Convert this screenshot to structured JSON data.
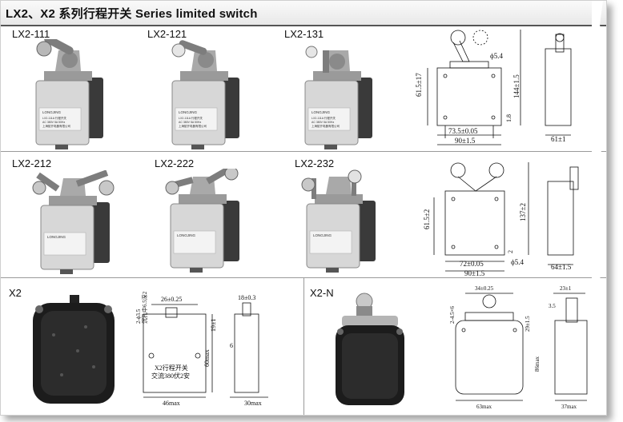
{
  "title": "LX2、X2 系列行程开关 Series limited switch",
  "row1": {
    "models": [
      "LX2-111",
      "LX2-121",
      "LX2-131"
    ],
    "dims": {
      "d1": "61.5±17",
      "d2": "73.5±0.05",
      "d3": "90±1.5",
      "d4": "ϕ5.4",
      "d5": "144±1.5",
      "d6": "1.8",
      "d7": "61±1"
    }
  },
  "row2": {
    "models": [
      "LX2-212",
      "LX2-222",
      "LX2-232"
    ],
    "dims": {
      "d1": "61.5±2",
      "d2": "72±0.05",
      "d3": "90±1.5",
      "d4": "ϕ5.4",
      "d5": "137±2",
      "d6": "2",
      "d7": "64±1.5"
    }
  },
  "row3": {
    "left_model": "X2",
    "right_model": "X2-N",
    "x2_dims": {
      "a": "26±0.25",
      "b": "18±0.3",
      "c": "46max",
      "d": "30max",
      "e": "60max",
      "f": "2-ϕ3.5",
      "g": "沉孔中6.5深2",
      "h": "19±1",
      "i": "6",
      "j": "X2行程开关",
      "k": "交流380伏2安"
    },
    "x2n_dims": {
      "a": "34±0.25",
      "b": "23±1",
      "c": "2-4.5×6",
      "d": "3.5",
      "e": "29±1.5",
      "f": "86max",
      "g": "63max",
      "h": "37max"
    }
  },
  "switch_label": {
    "brand": "LONGJING",
    "line1": "LX2-111A 行程开关",
    "line2": "AC 380V 5A 50Hz",
    "line3": "上海航开电器有限公司"
  }
}
